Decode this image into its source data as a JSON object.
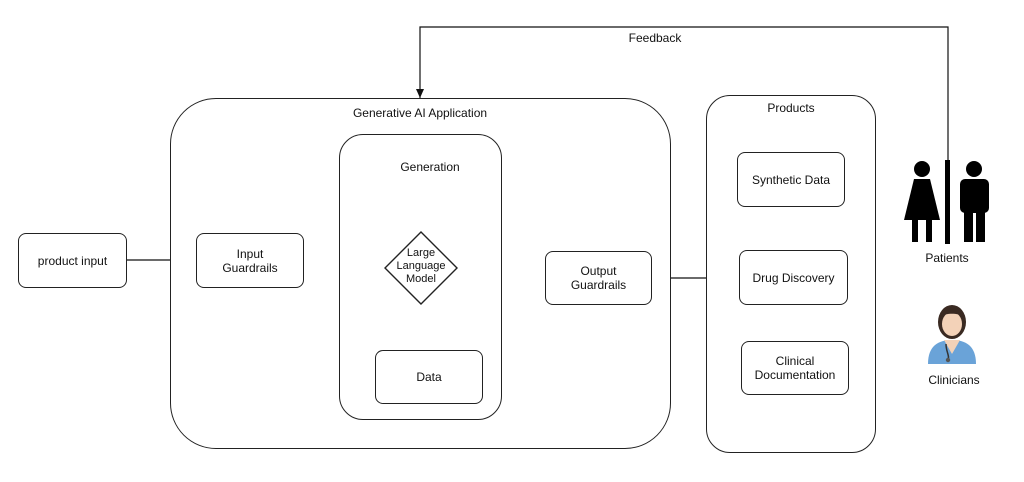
{
  "feedback_label": "Feedback",
  "product_input": "product input",
  "app": {
    "title": "Generative AI Application",
    "input_guardrails": "Input\nGuardrails",
    "generation": {
      "title": "Generation",
      "llm": "Large\nLanguage\nModel",
      "data": "Data"
    },
    "output_guardrails": "Output\nGuardrails"
  },
  "products": {
    "title": "Products",
    "items": [
      "Synthetic Data",
      "Drug Discovery",
      "Clinical\nDocumentation"
    ]
  },
  "patients_label": "Patients",
  "clinicians_label": "Clinicians",
  "icons": [
    "restroom-icon",
    "clinician-icon"
  ]
}
